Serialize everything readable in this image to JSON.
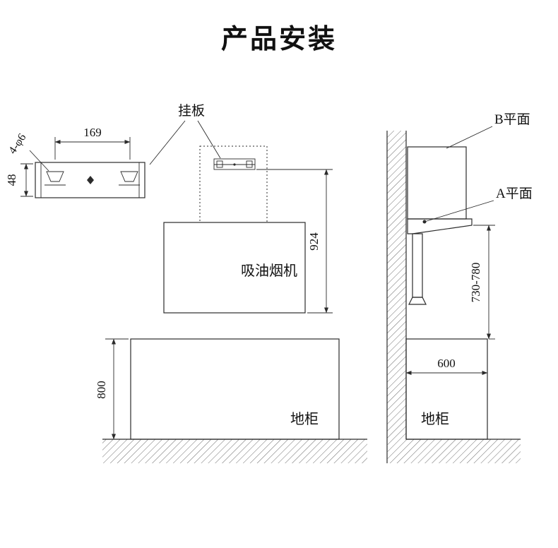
{
  "title": "产品安装",
  "bracket_detail": {
    "holes_label": "4-φ6",
    "width_dim": "169",
    "height_dim": "48"
  },
  "labels": {
    "hanging_plate": "挂板",
    "hood": "吸油烟机",
    "cabinet_left": "地柜",
    "cabinet_right": "地柜",
    "plane_b": "B平面",
    "plane_a": "A平面"
  },
  "dimensions": {
    "bracket_to_hood_bottom": "924",
    "cabinet_height": "800",
    "hood_to_cabinet_range": "730-780",
    "cabinet_depth": "600"
  }
}
